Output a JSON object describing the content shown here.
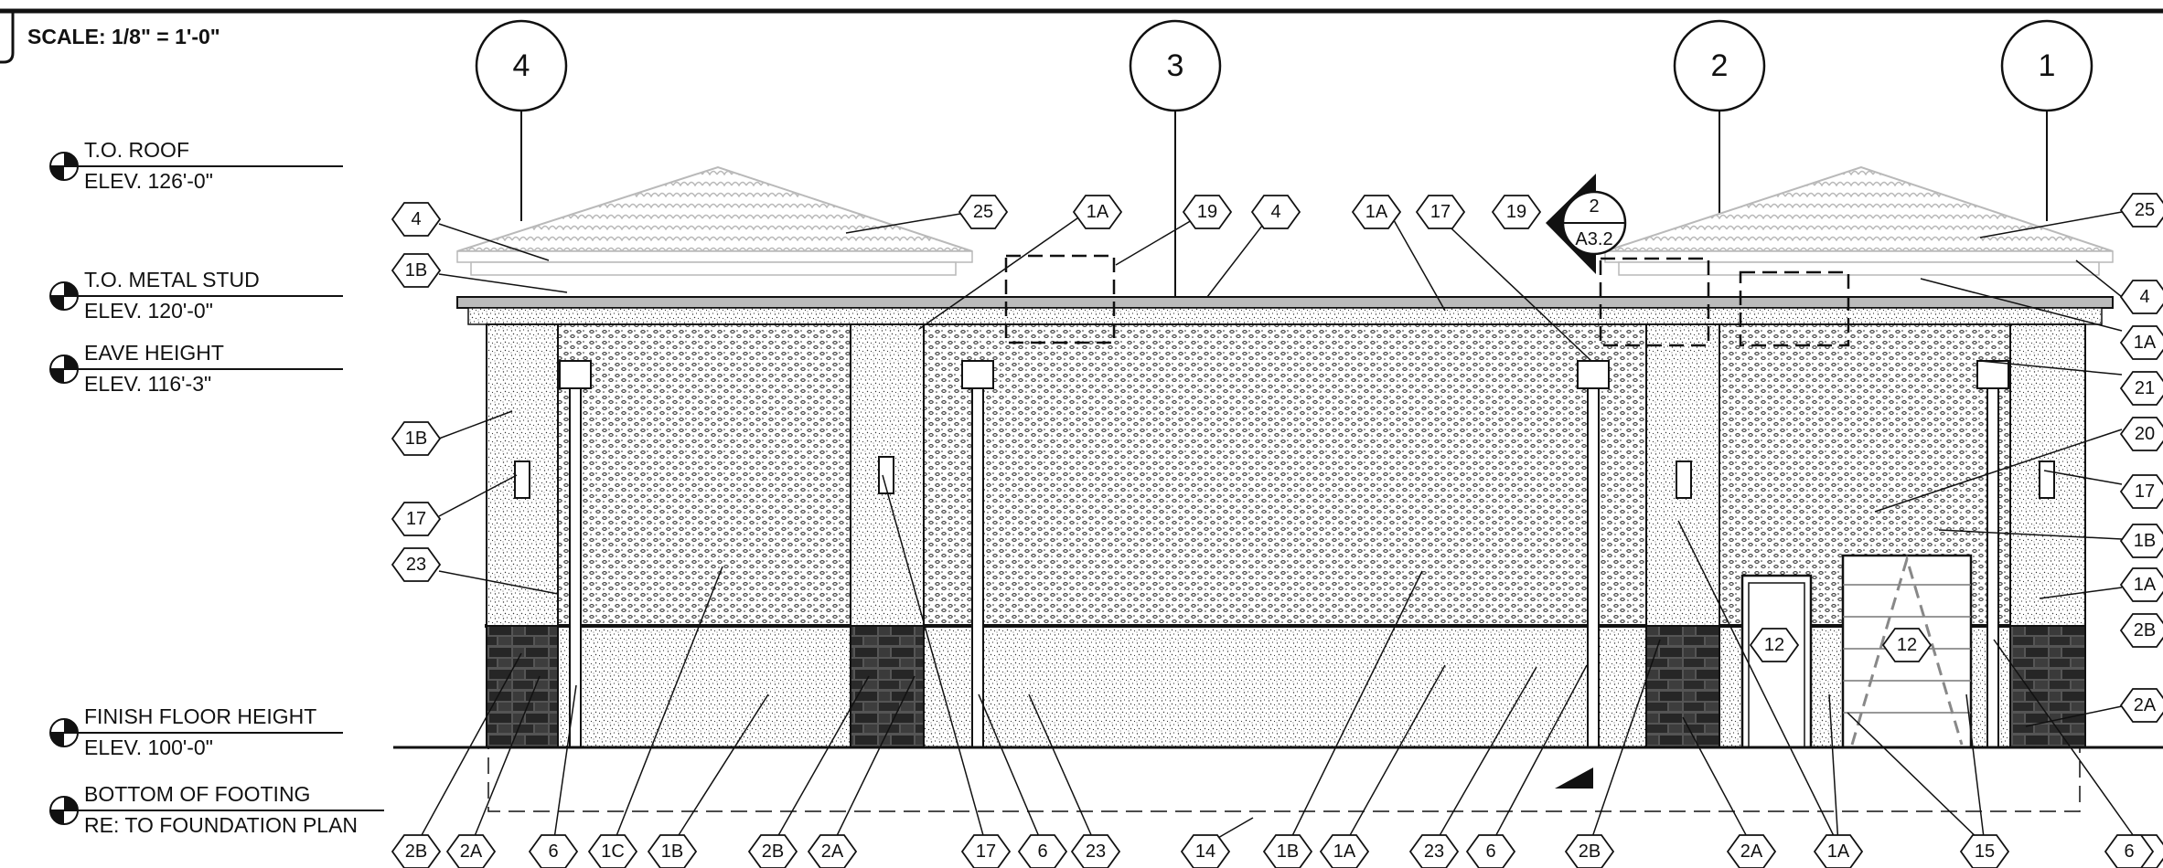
{
  "sheet": {
    "scale": "SCALE: 1/8\" = 1'-0\""
  },
  "levels": [
    {
      "name": "T.O. ROOF",
      "elev": "ELEV. 126'-0\""
    },
    {
      "name": "T.O. METAL STUD",
      "elev": "ELEV. 120'-0\""
    },
    {
      "name": "EAVE HEIGHT",
      "elev": "ELEV. 116'-3\""
    },
    {
      "name": "FINISH FLOOR HEIGHT",
      "elev": "ELEV. 100'-0\""
    },
    {
      "name": "BOTTOM OF FOOTING",
      "elev": "RE: TO FOUNDATION PLAN"
    }
  ],
  "grid_lines": [
    "4",
    "3",
    "2",
    "1"
  ],
  "section_marker": {
    "number": "2",
    "sheet": "A3.2"
  },
  "keynotes": {
    "top": [
      "4",
      "25",
      "1B",
      "1A",
      "19",
      "4",
      "1A",
      "17",
      "19"
    ],
    "right": [
      "25",
      "4",
      "1A",
      "21",
      "20",
      "17",
      "1B",
      "1A",
      "2B",
      "2A",
      "6"
    ],
    "left": [
      "1B",
      "17",
      "23"
    ],
    "bottom": [
      "2B",
      "2A",
      "6",
      "1C",
      "1B",
      "2B",
      "2A",
      "17",
      "6",
      "23",
      "14",
      "1B",
      "1A",
      "23",
      "6",
      "2B",
      "2A",
      "1A",
      "15",
      "6"
    ],
    "doors": [
      "12",
      "12"
    ]
  },
  "colors": {
    "line": "#111111",
    "roof_tile": "#b9b9b9",
    "stucco_bg": "#ffffff",
    "stone": "#333333"
  }
}
